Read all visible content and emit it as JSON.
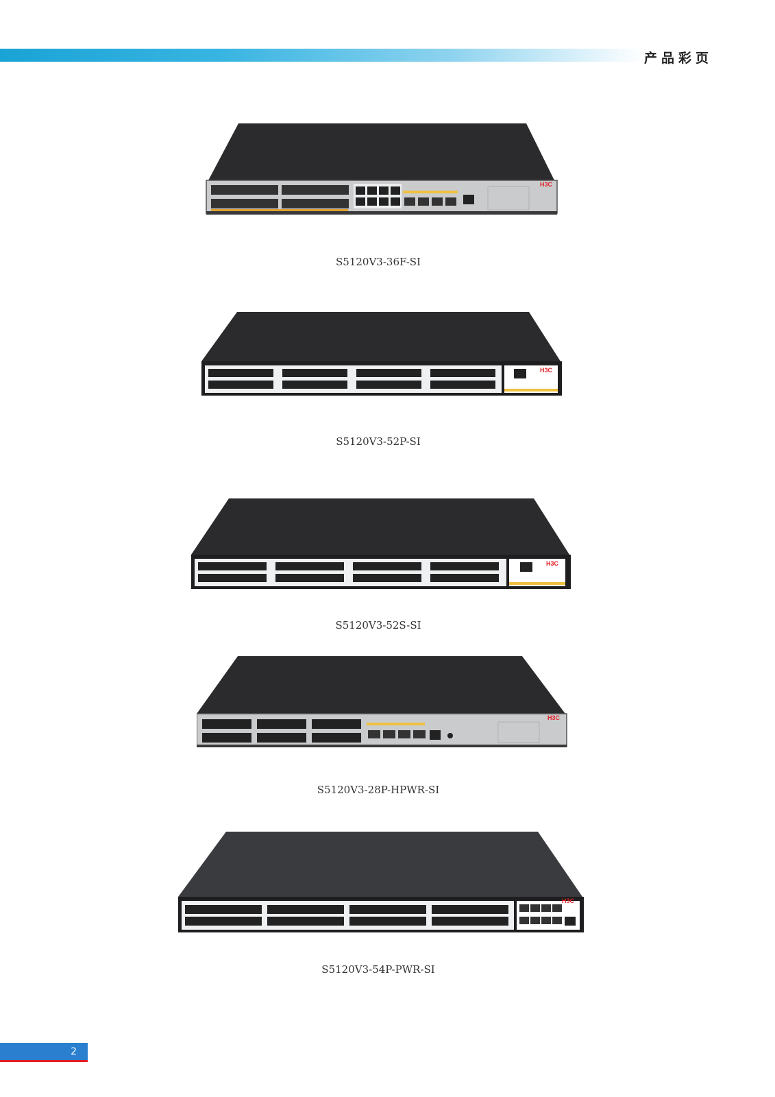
{
  "header": {
    "title": "产品彩页"
  },
  "products": [
    {
      "model": "S5120V3-36F-SI"
    },
    {
      "model": "S5120V3-52P-SI"
    },
    {
      "model": "S5120V3-52S-SI"
    },
    {
      "model": "S5120V3-28P-HPWR-SI"
    },
    {
      "model": "S5120V3-54P-PWR-SI"
    }
  ],
  "brand": {
    "logo_text": "H3C",
    "logo_color": "#e01f26"
  },
  "colors": {
    "header_blue": "#1aa3d6",
    "page_tab_blue": "#2a7fcf",
    "page_tab_red": "#e01f26"
  },
  "footer": {
    "page_number": "2"
  }
}
